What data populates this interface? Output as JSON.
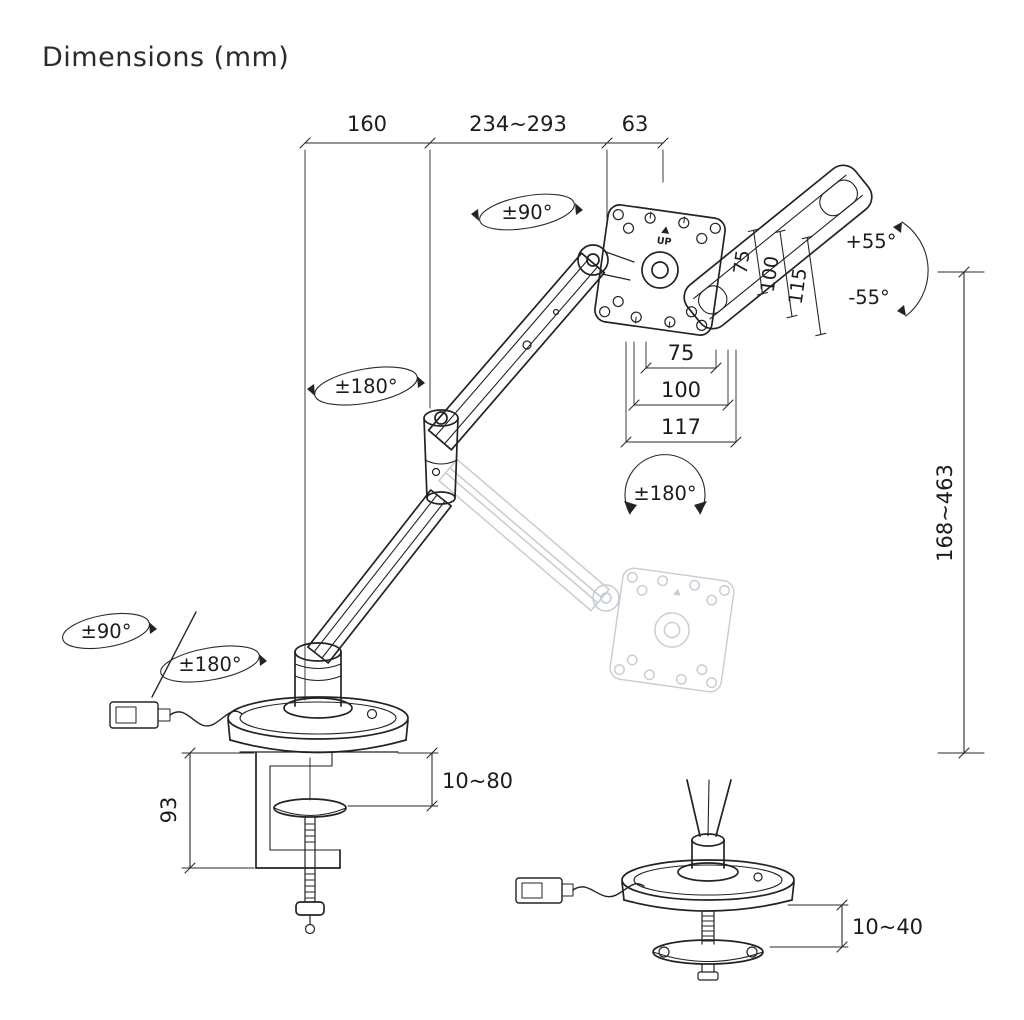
{
  "title": "Dimensions (mm)",
  "colors": {
    "line": "#232323",
    "ghost": "#c6ccd2",
    "text": "#1c1c1c",
    "background": "#ffffff"
  },
  "dims": {
    "top_left": "160",
    "top_mid": "234~293",
    "top_right": "63",
    "bracket_1": "75",
    "bracket_2": "100",
    "bracket_3": "115",
    "vesa_w_1": "75",
    "vesa_w_2": "100",
    "vesa_w_3": "117",
    "height_range": "168~463",
    "clamp_depth": "93",
    "clamp_range": "10~80",
    "grommet_range": "10~40"
  },
  "angles": {
    "head_swivel": "±90°",
    "elbow_swivel": "±180°",
    "tilt_up": "+55°",
    "tilt_down": "-55°",
    "vesa_rotation": "±180°",
    "base_swivel": "±90°",
    "base_rotation": "±180°"
  },
  "plate": {
    "up_label": "UP"
  }
}
